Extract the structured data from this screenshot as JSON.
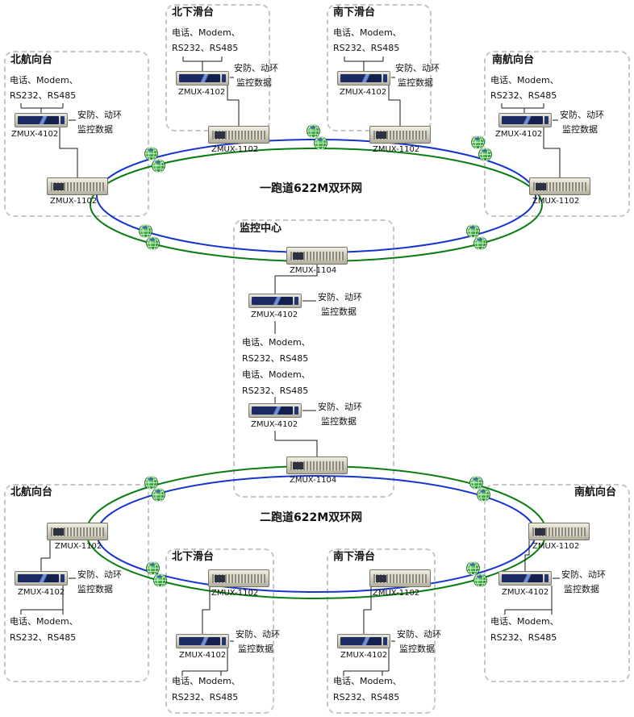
{
  "colors": {
    "ring_blue": "#1535cc",
    "ring_green": "#0a7d12",
    "connector": "#1a1a1a"
  },
  "rings": {
    "ring1_label": "一跑道622M双环网",
    "ring2_label": "二跑道622M双环网"
  },
  "center": {
    "title": "监控中心"
  },
  "common": {
    "phone_line1": "电话、Modem、",
    "phone_line2": "RS232、RS485",
    "security_line1": "安防、动环",
    "security_line2": "监控数据",
    "ring_device": "ZMUX-1102",
    "access_device": "ZMUX-4102",
    "center_device": "ZMUX-1104"
  },
  "stations": {
    "r1_north_localizer": {
      "title": "北航向台"
    },
    "r1_north_glide": {
      "title": "北下滑台"
    },
    "r1_south_glide": {
      "title": "南下滑台"
    },
    "r1_south_localizer": {
      "title": "南航向台"
    },
    "r2_north_localizer": {
      "title": "北航向台"
    },
    "r2_north_glide": {
      "title": "北下滑台"
    },
    "r2_south_glide": {
      "title": "南下滑台"
    },
    "r2_south_localizer": {
      "title": "南航向台"
    }
  }
}
